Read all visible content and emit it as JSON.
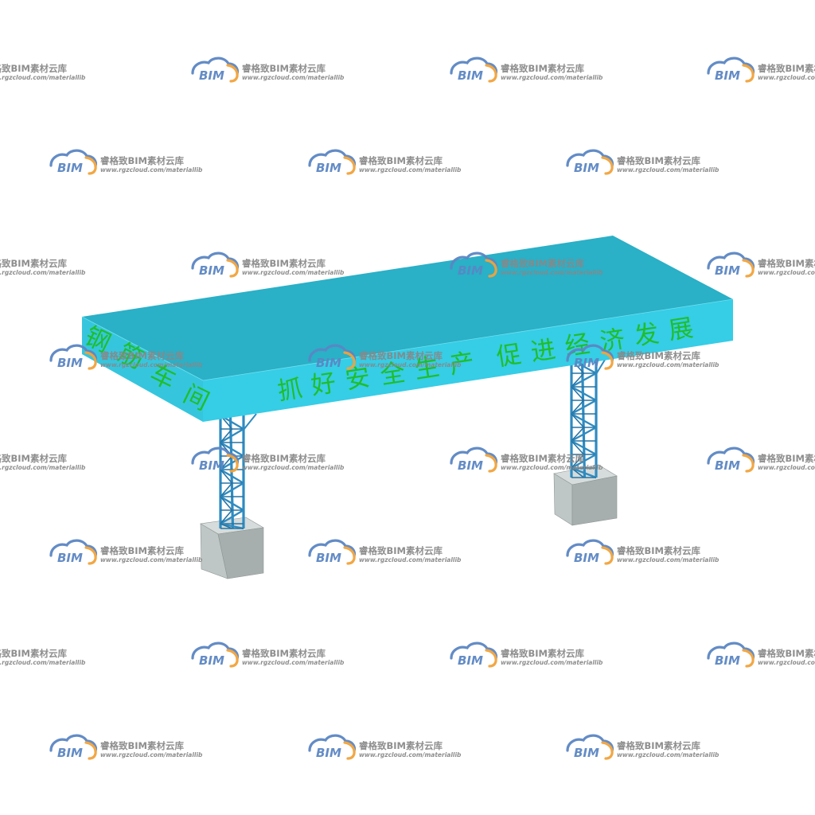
{
  "scene": {
    "sign_side_text": [
      "钢",
      "筋",
      "车",
      "间"
    ],
    "sign_front_text": [
      "抓",
      "好",
      "安",
      "全",
      "生",
      "产",
      "促",
      "进",
      "经",
      "济",
      "发",
      "展"
    ]
  },
  "watermark": {
    "logo_text": "BIM",
    "name": "睿格致BIM素材云库",
    "url": "www.rgzcloud.com/materiallib"
  },
  "colors": {
    "board_top": "#2AB0C7",
    "board_front": "#36CDE6",
    "board_side": "#35C6DE",
    "sign_text": "#1FBE2A",
    "truss": "#2F8BC0",
    "concrete_front": "#BFC7C6",
    "concrete_side": "#A7AFAE",
    "concrete_top": "#D6DCDB",
    "watermark_blue": "#5B86C4",
    "watermark_orange": "#F2A33A",
    "watermark_text": "#888888"
  }
}
